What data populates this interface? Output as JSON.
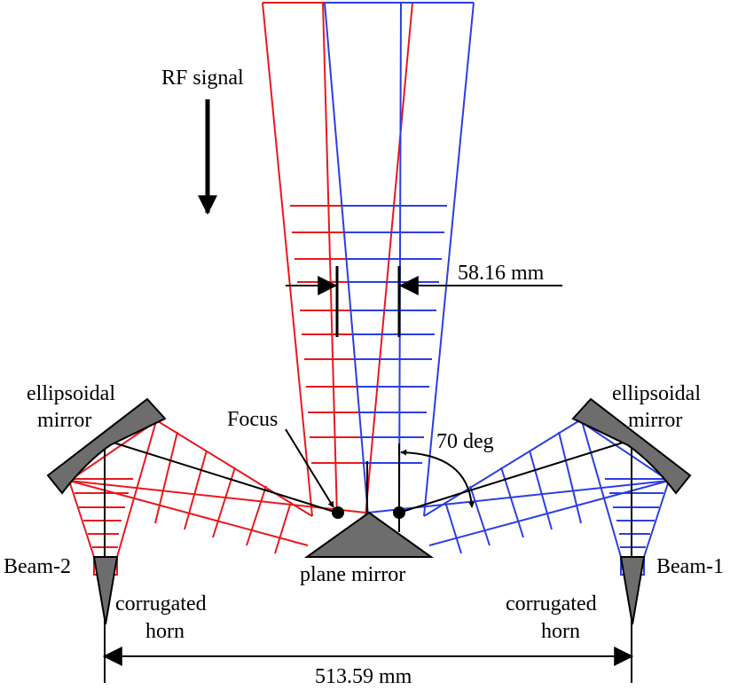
{
  "labels": {
    "rf_signal": "RF signal",
    "dimension_top": "58.16 mm",
    "focus": "Focus",
    "angle": "70 deg",
    "left_mirror_line1": "ellipsoidal",
    "left_mirror_line2": "mirror",
    "right_mirror_line1": "ellipsoidal",
    "right_mirror_line2": "mirror",
    "plane_mirror": "plane mirror",
    "beam_left": "Beam-2",
    "beam_right": "Beam-1",
    "horn_left_line1": "corrugated",
    "horn_left_line2": "horn",
    "horn_right_line1": "corrugated",
    "horn_right_line2": "horn",
    "dimension_bottom": "513.59 mm"
  },
  "colors": {
    "beam_2": "#e8191d",
    "beam_1": "#2b3fe0",
    "mirror_fill": "#6d6d6d",
    "line": "#000000"
  }
}
